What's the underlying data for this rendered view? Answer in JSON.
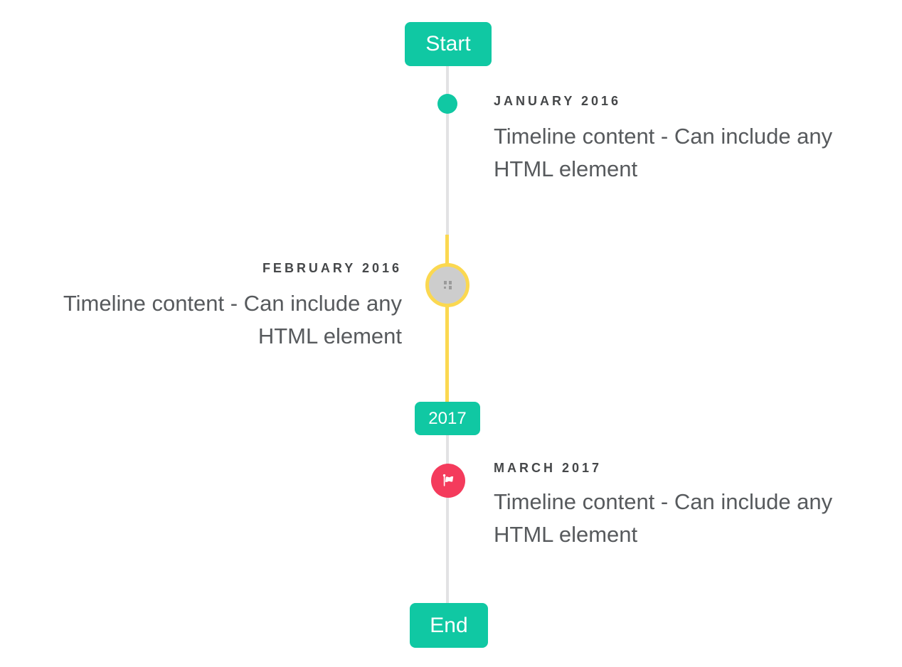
{
  "timeline": {
    "start_label": "Start",
    "end_label": "End",
    "year_badge_label": "2017",
    "items": [
      {
        "title": "JANUARY 2016",
        "content": "Timeline content - Can include any HTML element",
        "side": "right",
        "marker": "teal-dot"
      },
      {
        "title": "FEBRUARY 2016",
        "content": "Timeline content - Can include any HTML element",
        "side": "left",
        "marker": "gray-image-circle-yellow-ring"
      },
      {
        "title": "MARCH 2017",
        "content": "Timeline content - Can include any HTML element",
        "side": "right",
        "marker": "red-flag-circle"
      }
    ]
  },
  "colors": {
    "accent_teal": "#10c8a3",
    "highlight_yellow": "#fbd850",
    "flag_red": "#f43b5c",
    "line_gray": "#e2e2e4",
    "marker_gray": "#cdcdcd",
    "title_text": "#454749",
    "content_text": "#575a5d"
  }
}
